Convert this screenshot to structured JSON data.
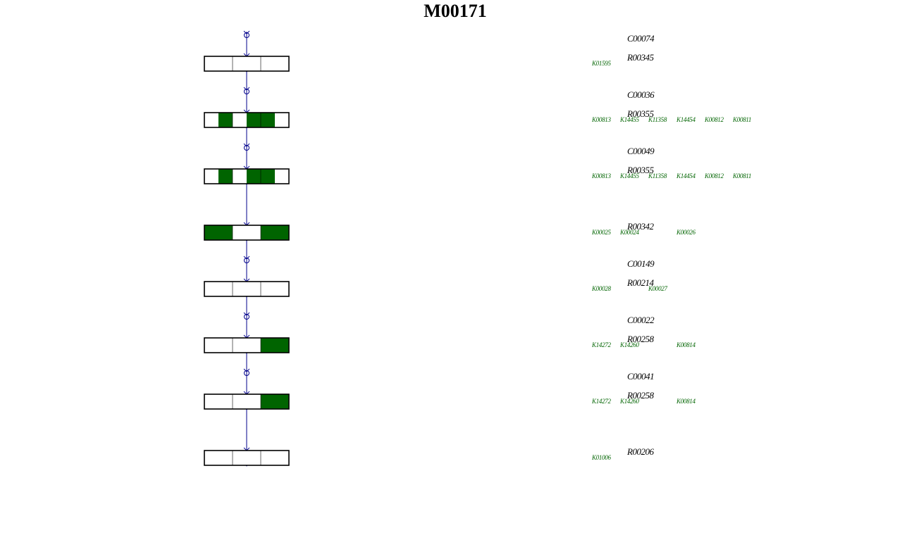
{
  "module_id": "M00171",
  "colors": {
    "present": "#006400",
    "absent": "#ffffff",
    "flow": "#00008b",
    "ko_text": "#006400"
  },
  "steps": [
    {
      "compound": "C00074",
      "reaction": "R00345",
      "kos": [
        "K01595"
      ],
      "box_fills": [
        0,
        0,
        0,
        0,
        0,
        0
      ]
    },
    {
      "compound": "C00036",
      "reaction": "R00355",
      "kos": [
        "K00813",
        "K14455",
        "K11358",
        "K14454",
        "K00812",
        "K00811"
      ],
      "box_fills": [
        0,
        1,
        0,
        1,
        1,
        0
      ]
    },
    {
      "compound": "C00049",
      "reaction": "R00355",
      "kos": [
        "K00813",
        "K14455",
        "K11358",
        "K14454",
        "K00812",
        "K00811"
      ],
      "box_fills": [
        0,
        1,
        0,
        1,
        1,
        0
      ]
    },
    {
      "compound": null,
      "reaction": "R00342",
      "kos": [
        "K00025",
        "K00024",
        "",
        "K00026"
      ],
      "box_fills": [
        1,
        1,
        0,
        0,
        1,
        1
      ]
    },
    {
      "compound": "C00149",
      "reaction": "R00214",
      "kos": [
        "K00028",
        "",
        "K00027"
      ],
      "box_fills": [
        0,
        0,
        0,
        0,
        0,
        0
      ]
    },
    {
      "compound": "C00022",
      "reaction": "R00258",
      "kos": [
        "K14272",
        "K14260",
        "",
        "K00814"
      ],
      "box_fills": [
        0,
        0,
        0,
        0,
        1,
        1
      ]
    },
    {
      "compound": "C00041",
      "reaction": "R00258",
      "kos": [
        "K14272",
        "K14260",
        "",
        "K00814"
      ],
      "box_fills": [
        0,
        0,
        0,
        0,
        1,
        1
      ]
    },
    {
      "compound": null,
      "reaction": "R00206",
      "kos": [
        "K01006"
      ],
      "box_fills": [
        0,
        0,
        0,
        0,
        0,
        0
      ]
    }
  ]
}
